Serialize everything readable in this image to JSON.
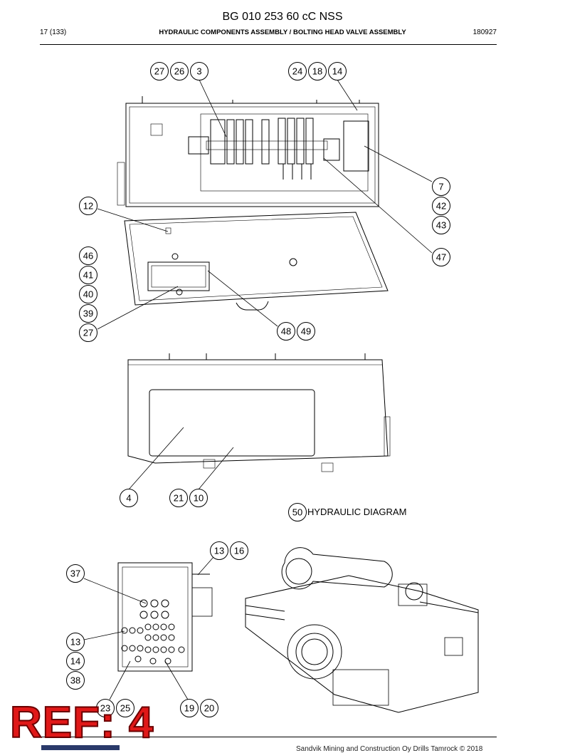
{
  "header": {
    "doc_code": "BG 010 253 60 cC NSS",
    "page": "17 (133)",
    "section_title": "HYDRAULIC COMPONENTS ASSEMBLY / BOLTING HEAD VALVE ASSEMBLY",
    "date": "180927"
  },
  "callouts": [
    {
      "label": "27"
    },
    {
      "label": "26"
    },
    {
      "label": "3"
    },
    {
      "label": "24"
    },
    {
      "label": "18"
    },
    {
      "label": "14"
    },
    {
      "label": "7"
    },
    {
      "label": "42"
    },
    {
      "label": "43"
    },
    {
      "label": "47"
    },
    {
      "label": "12"
    },
    {
      "label": "46"
    },
    {
      "label": "41"
    },
    {
      "label": "40"
    },
    {
      "label": "39"
    },
    {
      "label": "27"
    },
    {
      "label": "48"
    },
    {
      "label": "49"
    },
    {
      "label": "4"
    },
    {
      "label": "21"
    },
    {
      "label": "10"
    },
    {
      "label": "50"
    },
    {
      "label": "13"
    },
    {
      "label": "16"
    },
    {
      "label": "37"
    },
    {
      "label": "13"
    },
    {
      "label": "14"
    },
    {
      "label": "38"
    },
    {
      "label": "23"
    },
    {
      "label": "25"
    },
    {
      "label": "19"
    },
    {
      "label": "20"
    }
  ],
  "diagram_label": "HYDRAULIC DIAGRAM",
  "stamp": "REF: 4",
  "footer": "Sandvik Mining and Construction Oy Drills Tamrock © 2018"
}
